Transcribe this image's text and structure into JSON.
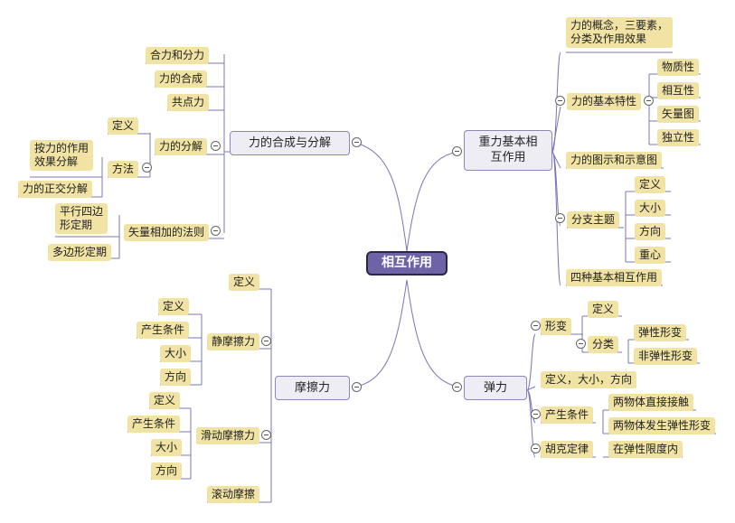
{
  "root": {
    "label": "相互作用"
  },
  "branches": {
    "synthesis": {
      "label": "力的合成与分解",
      "items": {
        "resultant": "合力和分力",
        "composition": "力的合成",
        "concurrent": "共点力",
        "decomposition": "力的分解",
        "definition": "定义",
        "method": "方法",
        "by_effect": "按力的作用效果分解",
        "orthogonal": "力的正交分解",
        "vector_law": "矢量相加的法则",
        "parallelogram": "平行四边形定期",
        "polygon": "多边形定期"
      }
    },
    "gravity": {
      "label": "重力基本相互作用",
      "items": {
        "concept": "力的概念，三要素，分类及作用效果",
        "properties": "力的基本特性",
        "material": "物质性",
        "mutual": "相互性",
        "vector": "矢量图",
        "independent": "独立性",
        "diagram": "力的图示和示意图",
        "topic": "分支主题",
        "definition": "定义",
        "magnitude": "大小",
        "direction": "方向",
        "center": "重心",
        "four_basic": "四种基本相互作用"
      }
    },
    "friction": {
      "label": "摩擦力",
      "items": {
        "definition": "定义",
        "static": "静摩擦力",
        "s_definition": "定义",
        "s_condition": "产生条件",
        "s_magnitude": "大小",
        "s_direction": "方向",
        "sliding": "滑动摩擦力",
        "k_definition": "定义",
        "k_condition": "产生条件",
        "k_magnitude": "大小",
        "k_direction": "方向",
        "rolling": "滚动摩擦"
      }
    },
    "elastic": {
      "label": "弹力",
      "items": {
        "deformation": "形变",
        "definition": "定义",
        "classification": "分类",
        "elastic_def": "弹性形变",
        "inelastic_def": "非弹性形变",
        "def_size_dir": "定义，大小，方向",
        "condition": "产生条件",
        "contact": "两物体直接接触",
        "deform": "两物体发生弹性形变",
        "hooke": "胡克定律",
        "limit": "在弹性限度内"
      }
    }
  },
  "colors": {
    "line": "#7b77b4",
    "leaf_fill": "#f0e3a3",
    "root_fill": "#6f63a8",
    "branch_fill": "#eeedf4"
  }
}
